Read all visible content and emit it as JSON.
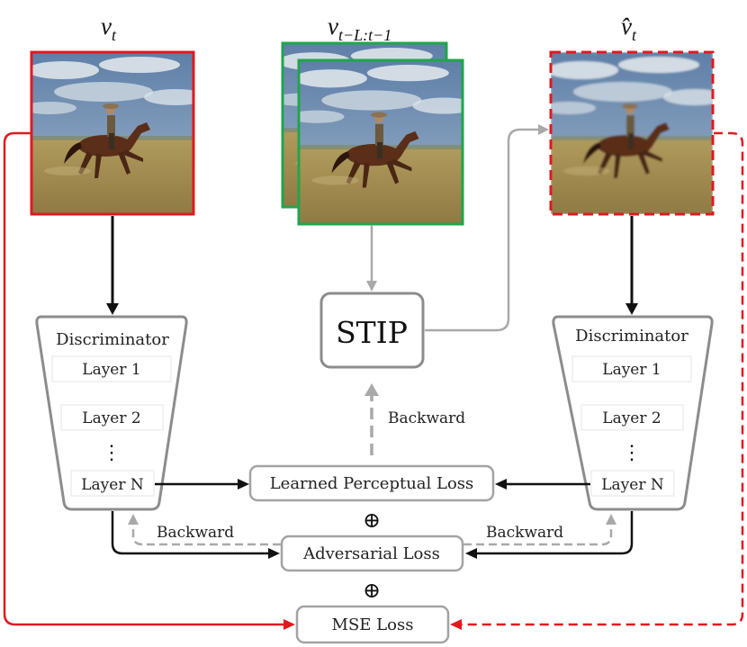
{
  "frames": {
    "target": {
      "symbol": "v",
      "subscript": "t"
    },
    "context": {
      "symbol": "v",
      "subscript": "t−L:t−1"
    },
    "predicted": {
      "symbol": "v̂",
      "subscript": "t"
    }
  },
  "stip": {
    "label": "STIP"
  },
  "discriminator_left": {
    "title": "Discriminator",
    "layers": [
      "Layer 1",
      "Layer 2",
      "Layer N"
    ],
    "ellipsis": "⋮"
  },
  "discriminator_right": {
    "title": "Discriminator",
    "layers": [
      "Layer 1",
      "Layer 2",
      "Layer N"
    ],
    "ellipsis": "⋮"
  },
  "losses": {
    "perceptual": "Learned Perceptual Loss",
    "adversarial": "Adversarial Loss",
    "mse": "MSE Loss",
    "plus": "⊕"
  },
  "labels": {
    "backward_center": "Backward",
    "backward_left": "Backward",
    "backward_right": "Backward"
  },
  "colors": {
    "target_frame": "#e0191f",
    "context_frame": "#1fa64a",
    "predicted_frame": "#e0191f",
    "box_stroke": "#8c8c8c",
    "mse_arrow": "#e0191f",
    "gray_arrow": "#a9a9a9"
  }
}
